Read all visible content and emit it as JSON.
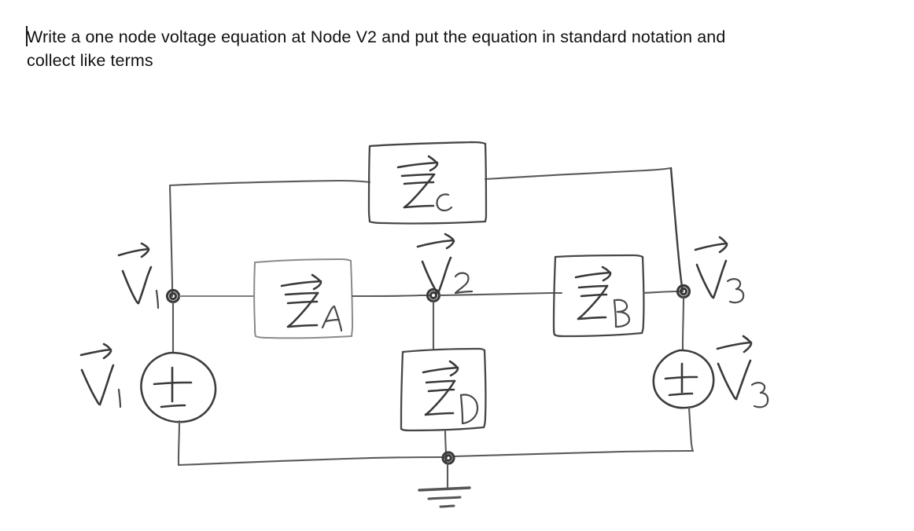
{
  "prompt": {
    "line1": "Write a one node voltage equation at Node V2 and put the equation in standard notation and",
    "line2": "collect like terms",
    "caret": "|"
  },
  "circuit": {
    "title": "hand-drawn-ac-circuit-node-analysis",
    "ink_color": "#4a4a4a",
    "background_color": "#ffffff",
    "impedances": [
      {
        "id": "ZC",
        "symbol": "Z",
        "subscript": "C",
        "phasor": true,
        "orientation": "horizontal",
        "position": "top-branch"
      },
      {
        "id": "ZA",
        "symbol": "Z",
        "subscript": "A",
        "phasor": true,
        "orientation": "horizontal",
        "position": "left-middle-branch"
      },
      {
        "id": "ZB",
        "symbol": "Z",
        "subscript": "B",
        "phasor": true,
        "orientation": "horizontal",
        "position": "right-middle-branch"
      },
      {
        "id": "ZD",
        "symbol": "Z",
        "subscript": "D",
        "phasor": true,
        "orientation": "vertical",
        "position": "center-shunt-to-ground"
      }
    ],
    "nodes": [
      {
        "id": "n1",
        "label": "V",
        "subscript": "1",
        "phasor": true
      },
      {
        "id": "n2",
        "label": "V",
        "subscript": "2",
        "phasor": true
      },
      {
        "id": "n3",
        "label": "V",
        "subscript": "3",
        "phasor": true
      }
    ],
    "sources": [
      {
        "id": "src1",
        "label": "V",
        "subscript": "1",
        "phasor": true,
        "plus": "+",
        "minus": "–",
        "side": "left"
      },
      {
        "id": "src3",
        "label": "V",
        "subscript": "3",
        "phasor": true,
        "plus": "+",
        "minus": "–",
        "side": "right"
      }
    ],
    "ground": {
      "id": "gnd",
      "type": "earth-ground",
      "bars": 3
    }
  }
}
